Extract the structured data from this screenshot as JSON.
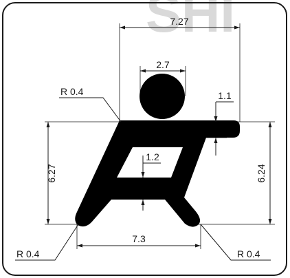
{
  "watermark": "SHI",
  "profile_color": "#000000",
  "dimensions": {
    "top_width": "7.27",
    "bulb_diameter": "2.7",
    "lip_thickness": "1.1",
    "inner_web": "1.2",
    "left_height": "6.27",
    "right_height": "6.24",
    "base_width": "7.3"
  },
  "radii": {
    "top_left": "R 0.4",
    "bottom_left": "R 0.4",
    "bottom_right": "R 0.4"
  }
}
